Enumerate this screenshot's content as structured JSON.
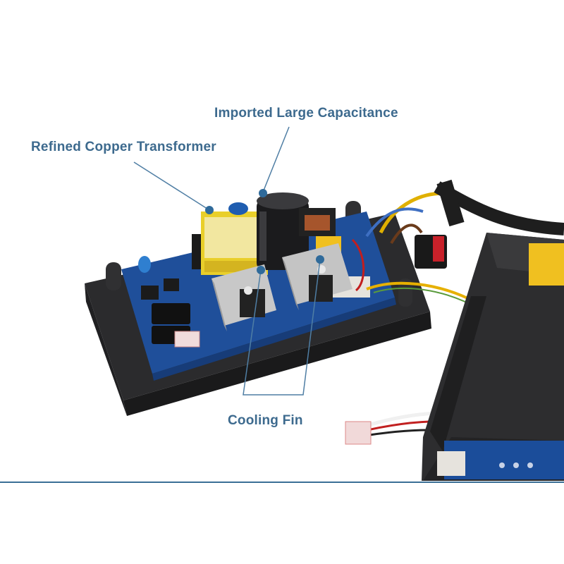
{
  "annotations": {
    "capacitor_label": "Imported Large Capacitance",
    "transformer_label": "Refined Copper Transformer",
    "cooling_fin_label": "Cooling Fin"
  },
  "colors": {
    "label_text": "#3d6a8e",
    "leader_line": "#4f7ea4",
    "marker_dot": "#2f6a9a",
    "divider": "#3a6f96",
    "background": "#ffffff"
  }
}
